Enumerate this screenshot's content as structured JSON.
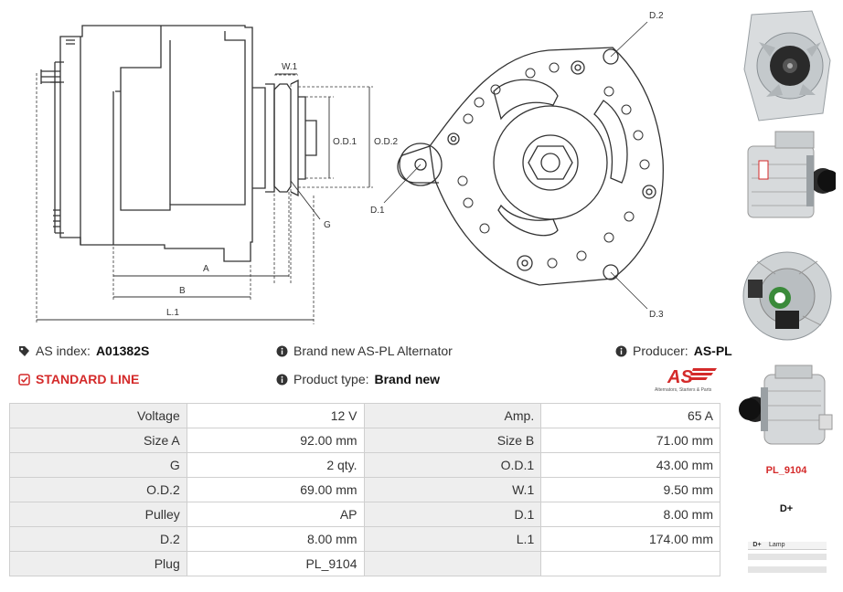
{
  "drawing": {
    "labels": {
      "w1": "W.1",
      "od1": "O.D.1",
      "od2": "O.D.2",
      "g": "G",
      "a": "A",
      "b": "B",
      "l1": "L.1",
      "d1": "D.1",
      "d2": "D.2",
      "d3": "D.3"
    }
  },
  "info": {
    "as_index_label": "AS index:",
    "as_index_value": "A01382S",
    "brand_text": "Brand new AS-PL Alternator",
    "producer_label": "Producer:",
    "producer_value": "AS-PL",
    "standard_line": "STANDARD LINE",
    "product_type_label": "Product type:",
    "product_type_value": "Brand new",
    "logo_text": "AS",
    "logo_tagline": "Alternators, Starters & Parts"
  },
  "specs": [
    {
      "l1": "Voltage",
      "v1": "12 V",
      "l2": "Amp.",
      "v2": "65 A"
    },
    {
      "l1": "Size A",
      "v1": "92.00 mm",
      "l2": "Size B",
      "v2": "71.00 mm"
    },
    {
      "l1": "G",
      "v1": "2 qty.",
      "l2": "O.D.1",
      "v2": "43.00 mm"
    },
    {
      "l1": "O.D.2",
      "v1": "69.00 mm",
      "l2": "W.1",
      "v2": "9.50 mm"
    },
    {
      "l1": "Pulley",
      "v1": "AP",
      "l2": "D.1",
      "v2": "8.00 mm"
    },
    {
      "l1": "D.2",
      "v1": "8.00 mm",
      "l2": "L.1",
      "v2": "174.00 mm"
    },
    {
      "l1": "Plug",
      "v1": "PL_9104",
      "l2": "",
      "v2": ""
    }
  ],
  "sidebar": {
    "plug_code": "PL_9104",
    "terminal": "D+",
    "pin_table": {
      "terminal": "D+",
      "function": "Lamp"
    }
  },
  "colors": {
    "accent_red": "#d42a2a",
    "label_bg": "#eeeeee",
    "border": "#cfcfcf"
  }
}
